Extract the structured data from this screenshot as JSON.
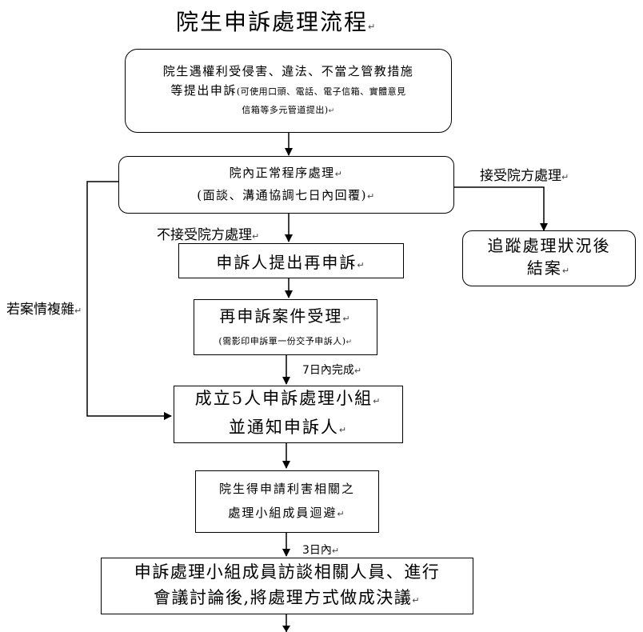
{
  "title": "院生申訴處理流程",
  "return_mark": "↵",
  "boxes": {
    "complaint": {
      "line1": "院生遇權利受侵害、違法、不當之管教措施",
      "line2_main": "等提出申訴",
      "line2_paren": "(可使用口頭、電話、電子信箱、實體意見",
      "line3": "信箱等多元管道提出)"
    },
    "internal": {
      "line1": "院內正常程序處理",
      "line2": "(面談、溝通協調七日內回覆)"
    },
    "tracking": {
      "line1": "追蹤處理狀況後",
      "line2": "結案"
    },
    "reappeal": {
      "line1": "申訴人提出再申訴"
    },
    "accept": {
      "line1": "再申訴案件受理",
      "line2": "(需影印申訴單一份交予申訴人)"
    },
    "panel": {
      "line1": "成立5人申訴處理小組",
      "line2": "並通知申訴人"
    },
    "recusal": {
      "line1": "院生得申請利害相關之",
      "line2": "處理小組成員迴避"
    },
    "resolution": {
      "line1": "申訴處理小組成員訪談相關人員、進行",
      "line2": "會議討論後,將處理方式做成決議"
    }
  },
  "labels": {
    "accept_handling": "接受院方處理",
    "not_accept": "不接受院方處理",
    "complex": "若案情複雜",
    "seven_days": "7日內完成",
    "three_days": "3日內"
  }
}
